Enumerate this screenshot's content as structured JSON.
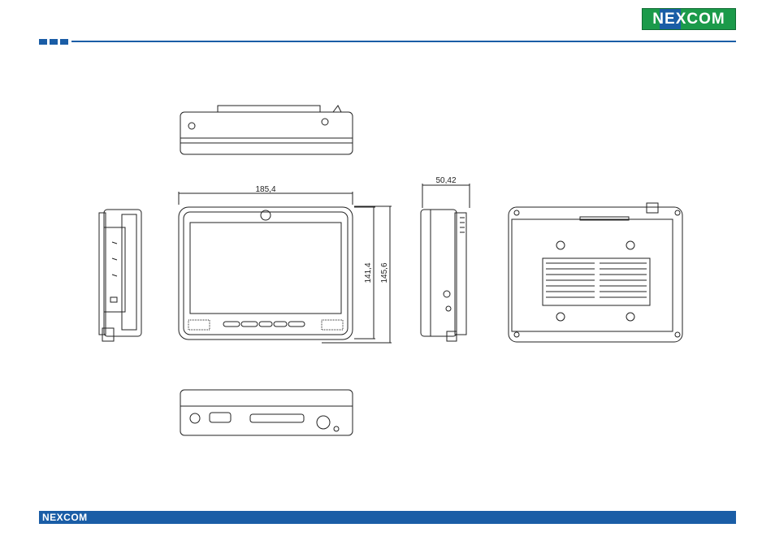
{
  "brand": {
    "logo_text": "NEXCOM",
    "footer_logo_text": "NEXCOM",
    "primary_color": "#1a5da6",
    "logo_color": "#1b9a4a"
  },
  "dimensions": {
    "width": "185,4",
    "height_inner": "141,4",
    "height_outer": "145,6",
    "depth": "50,42"
  }
}
